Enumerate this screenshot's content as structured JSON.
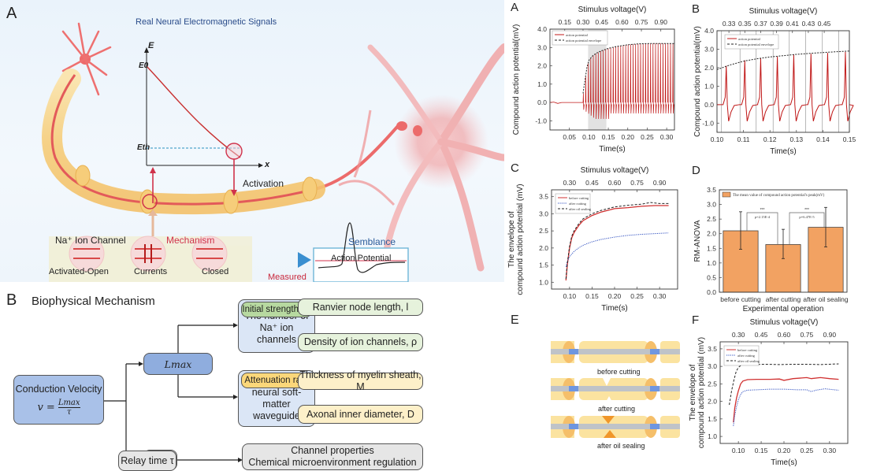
{
  "panelA": {
    "label": "A",
    "title": "Real Neural Electromagnetic Signals",
    "E_axis": "E",
    "x_axis": "x",
    "E0": "E0",
    "Eth": "Eth",
    "activation": "Activation",
    "na_channel": "Na⁺ Ion Channel",
    "mechanism": "Mechanism",
    "semblance": "Semblance",
    "action_potential": "Action Potential",
    "measured": "Measured",
    "na_ion": "Na⁺",
    "states": [
      "Activated-Open",
      "Currents",
      "Closed"
    ],
    "colors": {
      "accent_red": "#d0324b",
      "semblance_blue": "#2a5a9a",
      "measured_red": "#c8283c"
    }
  },
  "panelB": {
    "label": "B",
    "title": "Biophysical Mechanism",
    "conduction_velocity": "Conduction Velocity",
    "formula_lhs": "v =",
    "formula_num": "Lmax",
    "formula_den": "τ",
    "lmax": "Lmax",
    "initial_strength": "Initial strength E₀",
    "num_channels": "The number of Na⁺ ion channels",
    "ranvier": "Ranvier node length, l",
    "density": "Density of ion channels, ρ",
    "attenuation": "Attenuation rate",
    "property": "Property of the neural soft-matter waveguide",
    "myelin": "Thickness of myelin sheath, M",
    "axonal": "Axonal inner diameter, D",
    "relay": "Relay time τ",
    "channel_props": "Channel properties",
    "chem_env": "Chemical microenvironment regulation"
  },
  "panelE": {
    "label": "E",
    "states": [
      "before cutting",
      "after cutting",
      "after oil sealing"
    ]
  },
  "chart_data": [
    {
      "id": "A",
      "type": "line",
      "label": "A",
      "title": "Stimulus voltage(V)",
      "xlabel": "Time(s)",
      "ylabel": "Compound action potential(mV)",
      "xlim": [
        0,
        0.32
      ],
      "ylim": [
        -1.5,
        4.0
      ],
      "xticks": [
        "0.05",
        "0.10",
        "0.15",
        "0.20",
        "0.25",
        "0.30"
      ],
      "xtick_vals": [
        0.05,
        0.1,
        0.15,
        0.2,
        0.25,
        0.3
      ],
      "yticks": [
        "-1.0",
        "0.0",
        "1.0",
        "2.0",
        "3.0",
        "4.0"
      ],
      "ytick_vals": [
        -1,
        0,
        1,
        2,
        3,
        4
      ],
      "top_ticks": [
        "0.15",
        "0.30",
        "0.45",
        "0.60",
        "0.75",
        "0.90"
      ],
      "top_tick_vals": [
        0.038,
        0.085,
        0.133,
        0.185,
        0.235,
        0.285
      ],
      "shaded_region": [
        0.098,
        0.145
      ],
      "legend": [
        "action potential",
        "action potential envelope"
      ],
      "legend_position": "top-left",
      "series": [
        {
          "name": "action potential envelope",
          "style": "dashed",
          "x": [
            0.085,
            0.09,
            0.095,
            0.1,
            0.11,
            0.12,
            0.13,
            0.15,
            0.17,
            0.2,
            0.23,
            0.26,
            0.29,
            0.32
          ],
          "y": [
            0.5,
            1.2,
            1.9,
            2.3,
            2.55,
            2.7,
            2.8,
            2.95,
            3.05,
            3.15,
            3.2,
            3.22,
            3.22,
            3.22
          ]
        }
      ],
      "spike_start": 0.085,
      "spike_period": 0.0064
    },
    {
      "id": "B",
      "type": "line",
      "label": "B",
      "title": "Stimulus voltage(V)",
      "xlabel": "Time(s)",
      "ylabel": "Compound action potential(mV)",
      "xlim": [
        0.1,
        0.15
      ],
      "ylim": [
        -1.5,
        4.0
      ],
      "xticks": [
        "0.10",
        "0.11",
        "0.12",
        "0.13",
        "0.14",
        "0.15"
      ],
      "xtick_vals": [
        0.1,
        0.11,
        0.12,
        0.13,
        0.14,
        0.15
      ],
      "yticks": [
        "-1.0",
        "0.0",
        "1.0",
        "2.0",
        "3.0",
        "4.0"
      ],
      "ytick_vals": [
        -1,
        0,
        1,
        2,
        3,
        4
      ],
      "top_ticks": [
        "0.33",
        "0.35",
        "0.37",
        "0.39",
        "0.41",
        "0.43",
        "0.45"
      ],
      "top_tick_vals": [
        0.1045,
        0.1105,
        0.1165,
        0.1225,
        0.1285,
        0.1345,
        0.1405
      ],
      "legend": [
        "action potential",
        "action potential envelope"
      ],
      "legend_position": "top-left",
      "series": [
        {
          "name": "action potential envelope",
          "style": "dashed",
          "x": [
            0.1,
            0.105,
            0.11,
            0.115,
            0.12,
            0.125,
            0.13,
            0.135,
            0.14,
            0.145,
            0.15
          ],
          "y": [
            1.9,
            2.15,
            2.35,
            2.48,
            2.58,
            2.65,
            2.72,
            2.77,
            2.82,
            2.86,
            2.9
          ]
        },
        {
          "name": "action potential",
          "style": "solid",
          "peaks_x": [
            0.1035,
            0.1105,
            0.1165,
            0.1228,
            0.129,
            0.1355,
            0.1418,
            0.1485
          ],
          "peaks_y": [
            2.1,
            2.4,
            2.5,
            2.6,
            2.7,
            2.75,
            2.8,
            2.85
          ]
        }
      ],
      "gridlines_x": [
        0.1017,
        0.1087,
        0.1148,
        0.1212,
        0.1273,
        0.1335,
        0.1398,
        0.146
      ]
    },
    {
      "id": "C",
      "type": "line",
      "label": "C",
      "title": "Stimulus voltage(V)",
      "xlabel": "Time(s)",
      "ylabel": "The envelope of compound action potential (mV)",
      "xlim": [
        0.06,
        0.34
      ],
      "ylim": [
        0.8,
        3.7
      ],
      "xticks": [
        "0.10",
        "0.15",
        "0.20",
        "0.25",
        "0.30"
      ],
      "xtick_vals": [
        0.1,
        0.15,
        0.2,
        0.25,
        0.3
      ],
      "yticks": [
        "1.0",
        "1.5",
        "2.0",
        "2.5",
        "3.0",
        "3.5"
      ],
      "ytick_vals": [
        1.0,
        1.5,
        2.0,
        2.5,
        3.0,
        3.5
      ],
      "top_ticks": [
        "0.30",
        "0.45",
        "0.60",
        "0.75",
        "0.90"
      ],
      "top_tick_vals": [
        0.1,
        0.15,
        0.2,
        0.25,
        0.3
      ],
      "legend": [
        "before cutting",
        "after cutting",
        "after oil sealing"
      ],
      "legend_position": "top-left",
      "series": [
        {
          "name": "before cutting",
          "color": "#d03030",
          "style": "solid",
          "x": [
            0.092,
            0.095,
            0.1,
            0.105,
            0.11,
            0.12,
            0.13,
            0.15,
            0.17,
            0.2,
            0.23,
            0.26,
            0.29,
            0.32
          ],
          "y": [
            1.05,
            1.5,
            2.0,
            2.3,
            2.45,
            2.65,
            2.8,
            2.95,
            3.05,
            3.15,
            3.18,
            3.22,
            3.24,
            3.24
          ]
        },
        {
          "name": "after cutting",
          "color": "#3050c0",
          "style": "dotted",
          "x": [
            0.092,
            0.095,
            0.1,
            0.11,
            0.12,
            0.13,
            0.15,
            0.17,
            0.2,
            0.23,
            0.26,
            0.29,
            0.32
          ],
          "y": [
            1.45,
            1.6,
            1.75,
            1.9,
            2.0,
            2.08,
            2.18,
            2.25,
            2.32,
            2.37,
            2.4,
            2.42,
            2.44
          ]
        },
        {
          "name": "after oil sealing",
          "color": "#222222",
          "style": "dashed",
          "x": [
            0.092,
            0.095,
            0.1,
            0.105,
            0.11,
            0.12,
            0.13,
            0.15,
            0.17,
            0.2,
            0.23,
            0.26,
            0.28,
            0.3,
            0.32
          ],
          "y": [
            1.1,
            1.55,
            2.05,
            2.35,
            2.5,
            2.7,
            2.85,
            3.0,
            3.1,
            3.2,
            3.25,
            3.28,
            3.33,
            3.3,
            3.3
          ]
        }
      ]
    },
    {
      "id": "D",
      "type": "bar",
      "label": "D",
      "xlabel": "Experimental operation",
      "ylabel": "RM-ANOVA",
      "ylim": [
        0,
        3.5
      ],
      "categories": [
        "before cutting",
        "after cutting",
        "after oil sealing"
      ],
      "values": [
        2.1,
        1.63,
        2.22
      ],
      "errors_low": [
        1.47,
        1.15,
        1.55
      ],
      "errors_high": [
        2.75,
        2.15,
        2.9
      ],
      "yticks": [
        "0.0",
        "0.5",
        "1.0",
        "1.5",
        "2.0",
        "2.5",
        "3.0",
        "3.5"
      ],
      "ytick_vals": [
        0,
        0.5,
        1.0,
        1.5,
        2.0,
        2.5,
        3.0,
        3.5
      ],
      "legend": [
        "The mean value of compound action potential's peak(mV)"
      ],
      "legend_position": "top",
      "bar_color": "#f2a262",
      "significance": [
        {
          "pair": [
            0,
            1
          ],
          "stars": "***",
          "p": "p=2.15E-4"
        },
        {
          "pair": [
            1,
            2
          ],
          "stars": "***",
          "p": "p=6.47E-5"
        }
      ]
    },
    {
      "id": "F",
      "type": "line",
      "label": "F",
      "title": "Stimulus voltage(V)",
      "xlabel": "Time(s)",
      "ylabel": "The envelope of compound action potential (mV)",
      "xlim": [
        0.06,
        0.34
      ],
      "ylim": [
        0.8,
        3.7
      ],
      "xticks": [
        "0.10",
        "0.15",
        "0.20",
        "0.25",
        "0.30"
      ],
      "xtick_vals": [
        0.1,
        0.15,
        0.2,
        0.25,
        0.3
      ],
      "yticks": [
        "1.0",
        "1.5",
        "2.0",
        "2.5",
        "3.0",
        "3.5"
      ],
      "ytick_vals": [
        1.0,
        1.5,
        2.0,
        2.5,
        3.0,
        3.5
      ],
      "top_ticks": [
        "0.30",
        "0.45",
        "0.60",
        "0.75",
        "0.90"
      ],
      "top_tick_vals": [
        0.1,
        0.15,
        0.2,
        0.25,
        0.3
      ],
      "legend": [
        "before cutting",
        "after cutting",
        "after oil sealing"
      ],
      "legend_position": "top-left",
      "series": [
        {
          "name": "before cutting",
          "color": "#d03030",
          "style": "solid",
          "x": [
            0.089,
            0.092,
            0.096,
            0.1,
            0.105,
            0.11,
            0.12,
            0.14,
            0.17,
            0.19,
            0.2,
            0.22,
            0.25,
            0.26,
            0.28,
            0.3,
            0.32
          ],
          "y": [
            1.4,
            1.8,
            2.1,
            2.3,
            2.5,
            2.58,
            2.62,
            2.63,
            2.63,
            2.64,
            2.6,
            2.65,
            2.68,
            2.65,
            2.68,
            2.65,
            2.63
          ]
        },
        {
          "name": "after cutting",
          "color": "#3050c0",
          "style": "dotted",
          "x": [
            0.089,
            0.092,
            0.096,
            0.1,
            0.105,
            0.11,
            0.12,
            0.14,
            0.17,
            0.2,
            0.23,
            0.25,
            0.26,
            0.27,
            0.29,
            0.32
          ],
          "y": [
            1.3,
            1.6,
            1.85,
            2.05,
            2.2,
            2.28,
            2.32,
            2.33,
            2.35,
            2.35,
            2.33,
            2.33,
            2.28,
            2.32,
            2.36,
            2.32
          ]
        },
        {
          "name": "after oil sealing",
          "color": "#222222",
          "style": "dashed",
          "x": [
            0.08,
            0.085,
            0.09,
            0.095,
            0.1,
            0.105,
            0.11,
            0.13,
            0.16,
            0.19,
            0.22,
            0.25,
            0.28,
            0.32
          ],
          "y": [
            1.9,
            2.3,
            2.6,
            2.85,
            2.97,
            3.02,
            3.05,
            3.05,
            3.06,
            3.05,
            3.06,
            3.06,
            3.05,
            3.07
          ]
        }
      ]
    }
  ]
}
